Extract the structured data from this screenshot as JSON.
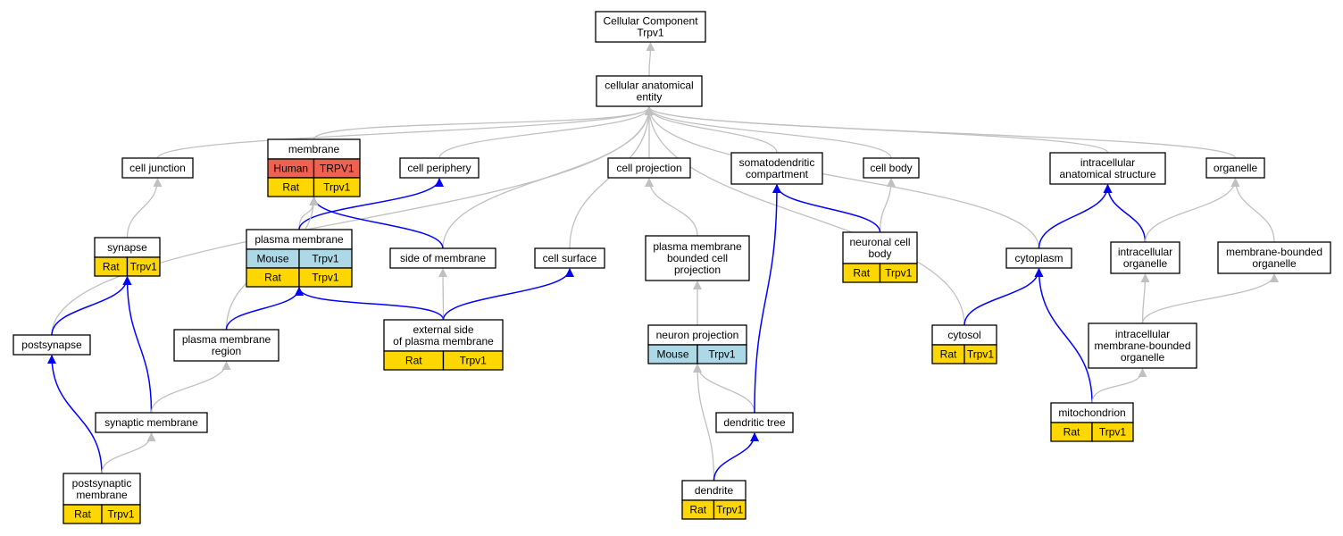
{
  "colors": {
    "human": "#f26150",
    "rat": "#ffd700",
    "mouse": "#add8e6",
    "is_a_edge": "#c0c0c0",
    "part_of_edge": "#0000ff"
  },
  "nodes": {
    "root": {
      "label": [
        "Cellular Component",
        "Trpv1"
      ],
      "rows": []
    },
    "cae": {
      "label": [
        "cellular anatomical",
        "entity"
      ],
      "rows": []
    },
    "membrane": {
      "label": [
        "membrane"
      ],
      "rows": [
        {
          "species": "human",
          "cells": [
            "Human",
            "TRPV1"
          ]
        },
        {
          "species": "rat",
          "cells": [
            "Rat",
            "Trpv1"
          ]
        }
      ]
    },
    "cell_junction": {
      "label": [
        "cell junction"
      ],
      "rows": []
    },
    "cell_periphery": {
      "label": [
        "cell periphery"
      ],
      "rows": []
    },
    "cell_projection": {
      "label": [
        "cell projection"
      ],
      "rows": []
    },
    "somatodendritic": {
      "label": [
        "somatodendritic",
        "compartment"
      ],
      "rows": []
    },
    "cell_body": {
      "label": [
        "cell body"
      ],
      "rows": []
    },
    "ias": {
      "label": [
        "intracellular",
        "anatomical structure"
      ],
      "rows": []
    },
    "organelle": {
      "label": [
        "organelle"
      ],
      "rows": []
    },
    "synapse": {
      "label": [
        "synapse"
      ],
      "rows": [
        {
          "species": "rat",
          "cells": [
            "Rat",
            "Trpv1"
          ]
        }
      ]
    },
    "plasma_membrane": {
      "label": [
        "plasma membrane"
      ],
      "rows": [
        {
          "species": "mouse",
          "cells": [
            "Mouse",
            "Trpv1"
          ]
        },
        {
          "species": "rat",
          "cells": [
            "Rat",
            "Trpv1"
          ]
        }
      ]
    },
    "side_of_membrane": {
      "label": [
        "side of membrane"
      ],
      "rows": []
    },
    "cell_surface": {
      "label": [
        "cell surface"
      ],
      "rows": []
    },
    "pm_bounded_cp": {
      "label": [
        "plasma membrane",
        "bounded cell",
        "projection"
      ],
      "rows": []
    },
    "neuronal_cell_body": {
      "label": [
        "neuronal cell",
        "body"
      ],
      "rows": [
        {
          "species": "rat",
          "cells": [
            "Rat",
            "Trpv1"
          ]
        }
      ]
    },
    "cytoplasm": {
      "label": [
        "cytoplasm"
      ],
      "rows": []
    },
    "intracellular_organelle": {
      "label": [
        "intracellular",
        "organelle"
      ],
      "rows": []
    },
    "mb_organelle": {
      "label": [
        "membrane-bounded",
        "organelle"
      ],
      "rows": []
    },
    "postsynapse": {
      "label": [
        "postsynapse"
      ],
      "rows": []
    },
    "pm_region": {
      "label": [
        "plasma membrane",
        "region"
      ],
      "rows": []
    },
    "ext_side_pm": {
      "label": [
        "external side",
        "of plasma membrane"
      ],
      "rows": [
        {
          "species": "rat",
          "cells": [
            "Rat",
            "Trpv1"
          ]
        }
      ]
    },
    "neuron_projection": {
      "label": [
        "neuron projection"
      ],
      "rows": [
        {
          "species": "mouse",
          "cells": [
            "Mouse",
            "Trpv1"
          ]
        }
      ]
    },
    "cytosol": {
      "label": [
        "cytosol"
      ],
      "rows": [
        {
          "species": "rat",
          "cells": [
            "Rat",
            "Trpv1"
          ]
        }
      ]
    },
    "imb_organelle": {
      "label": [
        "intracellular",
        "membrane-bounded",
        "organelle"
      ],
      "rows": []
    },
    "synaptic_membrane": {
      "label": [
        "synaptic membrane"
      ],
      "rows": []
    },
    "dendritic_tree": {
      "label": [
        "dendritic tree"
      ],
      "rows": []
    },
    "mitochondrion": {
      "label": [
        "mitochondrion"
      ],
      "rows": [
        {
          "species": "rat",
          "cells": [
            "Rat",
            "Trpv1"
          ]
        }
      ]
    },
    "postsynaptic_membrane": {
      "label": [
        "postsynaptic",
        "membrane"
      ],
      "rows": [
        {
          "species": "rat",
          "cells": [
            "Rat",
            "Trpv1"
          ]
        }
      ]
    },
    "dendrite": {
      "label": [
        "dendrite"
      ],
      "rows": [
        {
          "species": "rat",
          "cells": [
            "Rat",
            "Trpv1"
          ]
        }
      ]
    }
  },
  "edges": [
    {
      "from": "cae",
      "to": "root",
      "type": "is_a"
    },
    {
      "from": "membrane",
      "to": "cae",
      "type": "is_a"
    },
    {
      "from": "cell_junction",
      "to": "cae",
      "type": "is_a"
    },
    {
      "from": "cell_periphery",
      "to": "cae",
      "type": "is_a"
    },
    {
      "from": "cell_projection",
      "to": "cae",
      "type": "is_a"
    },
    {
      "from": "somatodendritic",
      "to": "cae",
      "type": "is_a"
    },
    {
      "from": "cell_body",
      "to": "cae",
      "type": "is_a"
    },
    {
      "from": "ias",
      "to": "cae",
      "type": "is_a"
    },
    {
      "from": "organelle",
      "to": "cae",
      "type": "is_a"
    },
    {
      "from": "postsynapse",
      "to": "cae",
      "type": "is_a"
    },
    {
      "from": "side_of_membrane",
      "to": "cae",
      "type": "is_a"
    },
    {
      "from": "cell_surface",
      "to": "cae",
      "type": "is_a"
    },
    {
      "from": "cytosol",
      "to": "cae",
      "type": "is_a"
    },
    {
      "from": "cytoplasm",
      "to": "cae",
      "type": "is_a"
    },
    {
      "from": "synapse",
      "to": "cell_junction",
      "type": "is_a"
    },
    {
      "from": "plasma_membrane",
      "to": "membrane",
      "type": "is_a"
    },
    {
      "from": "plasma_membrane",
      "to": "cell_periphery",
      "type": "part_of"
    },
    {
      "from": "side_of_membrane",
      "to": "membrane",
      "type": "part_of"
    },
    {
      "from": "pm_region",
      "to": "membrane",
      "type": "is_a"
    },
    {
      "from": "pm_region",
      "to": "plasma_membrane",
      "type": "part_of"
    },
    {
      "from": "ext_side_pm",
      "to": "plasma_membrane",
      "type": "part_of"
    },
    {
      "from": "ext_side_pm",
      "to": "side_of_membrane",
      "type": "is_a"
    },
    {
      "from": "ext_side_pm",
      "to": "cell_surface",
      "type": "part_of"
    },
    {
      "from": "pm_bounded_cp",
      "to": "cell_projection",
      "type": "is_a"
    },
    {
      "from": "neuron_projection",
      "to": "pm_bounded_cp",
      "type": "is_a"
    },
    {
      "from": "neuronal_cell_body",
      "to": "cell_body",
      "type": "is_a"
    },
    {
      "from": "neuronal_cell_body",
      "to": "somatodendritic",
      "type": "part_of"
    },
    {
      "from": "cytoplasm",
      "to": "ias",
      "type": "part_of"
    },
    {
      "from": "intracellular_organelle",
      "to": "ias",
      "type": "part_of"
    },
    {
      "from": "intracellular_organelle",
      "to": "organelle",
      "type": "is_a"
    },
    {
      "from": "mb_organelle",
      "to": "organelle",
      "type": "is_a"
    },
    {
      "from": "imb_organelle",
      "to": "intracellular_organelle",
      "type": "is_a"
    },
    {
      "from": "imb_organelle",
      "to": "mb_organelle",
      "type": "is_a"
    },
    {
      "from": "postsynapse",
      "to": "synapse",
      "type": "part_of"
    },
    {
      "from": "synaptic_membrane",
      "to": "synapse",
      "type": "part_of"
    },
    {
      "from": "synaptic_membrane",
      "to": "pm_region",
      "type": "is_a"
    },
    {
      "from": "postsynaptic_membrane",
      "to": "postsynapse",
      "type": "part_of"
    },
    {
      "from": "postsynaptic_membrane",
      "to": "synaptic_membrane",
      "type": "is_a"
    },
    {
      "from": "cytosol",
      "to": "cytoplasm",
      "type": "part_of"
    },
    {
      "from": "mitochondrion",
      "to": "cytoplasm",
      "type": "part_of"
    },
    {
      "from": "mitochondrion",
      "to": "imb_organelle",
      "type": "is_a"
    },
    {
      "from": "dendritic_tree",
      "to": "neuron_projection",
      "type": "is_a"
    },
    {
      "from": "dendritic_tree",
      "to": "somatodendritic",
      "type": "part_of"
    },
    {
      "from": "dendrite",
      "to": "neuron_projection",
      "type": "is_a"
    },
    {
      "from": "dendrite",
      "to": "dendritic_tree",
      "type": "part_of"
    }
  ]
}
